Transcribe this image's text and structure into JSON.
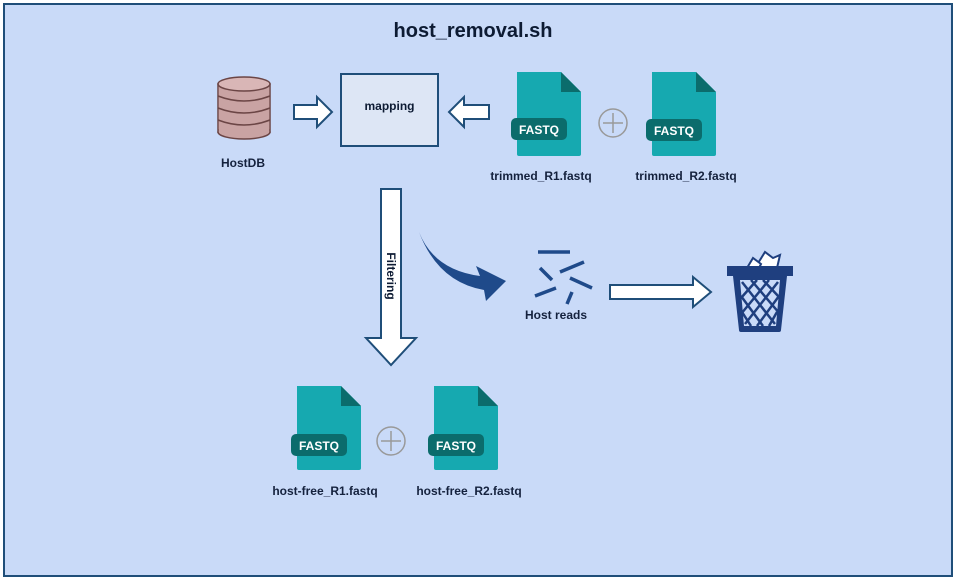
{
  "title": "host_removal.sh",
  "nodes": {
    "hostdb": "HostDB",
    "mapping": "mapping",
    "trimmed_r1": "trimmed_R1.fastq",
    "trimmed_r2": "trimmed_R2.fastq",
    "filtering": "Filtering",
    "host_reads": "Host reads",
    "host_free_r1": "host-free_R1.fastq",
    "host_free_r2": "host-free_R2.fastq"
  },
  "file_badge": "FASTQ",
  "icons": [
    "database-icon",
    "fastq-file-icon",
    "plus-icon",
    "trash-icon",
    "fragments-icon"
  ],
  "colors": {
    "background": "#c9daf8",
    "border": "#1f4e79",
    "file_teal": "#16a9b0",
    "file_badge": "#0b6c6c",
    "database": "#c9a3a3",
    "trash": "#1f3f7f",
    "curved_arrow": "#1f4a8a"
  }
}
